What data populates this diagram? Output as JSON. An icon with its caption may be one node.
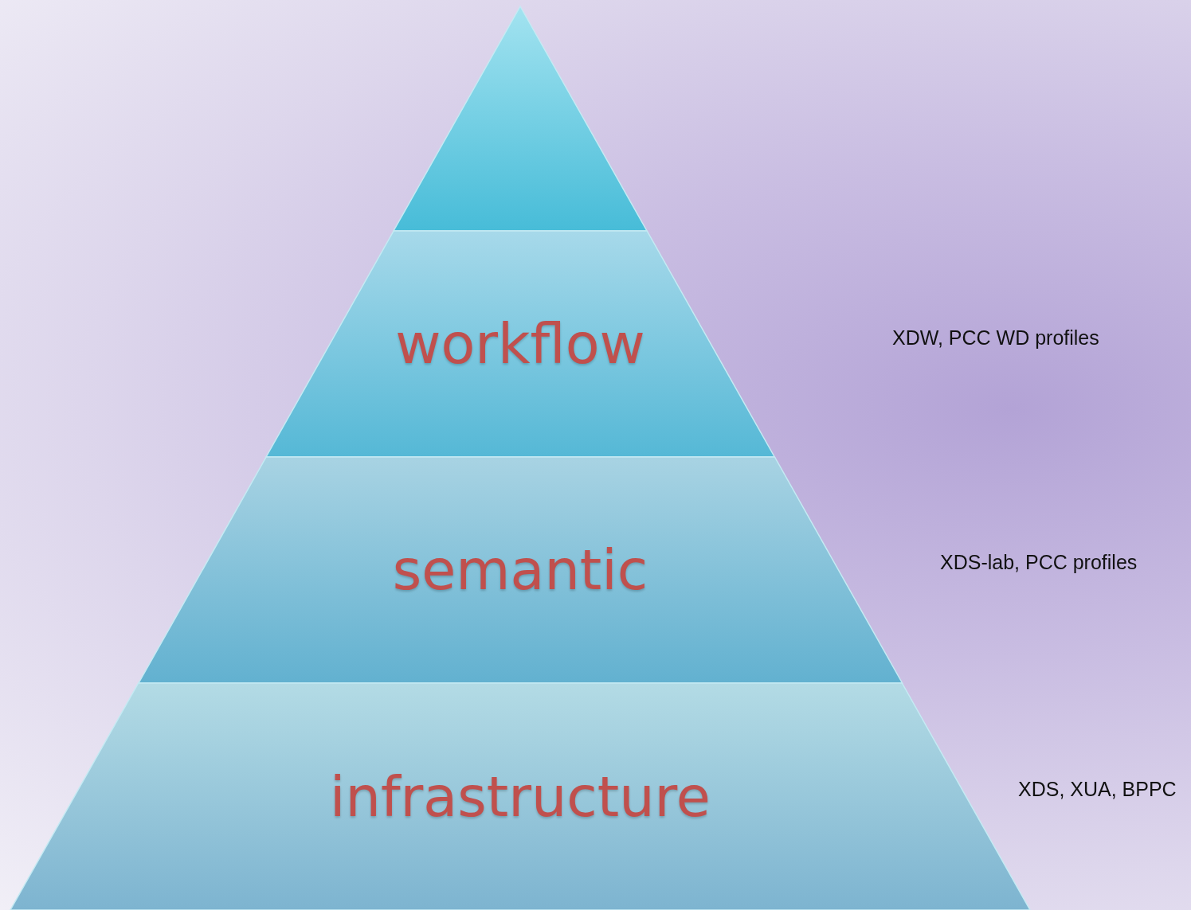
{
  "diagram": {
    "nodes": [
      {
        "text": [],
        "shape": "triangle"
      },
      {
        "text": [
          "workflow"
        ]
      },
      {
        "text": [
          "semantic"
        ]
      },
      {
        "text": [
          "infrastructure"
        ]
      }
    ],
    "labels": [
      "XDW, PCC WD profiles",
      "XDS-lab, PCC profiles",
      "XDS, XUA, BPPC"
    ]
  }
}
